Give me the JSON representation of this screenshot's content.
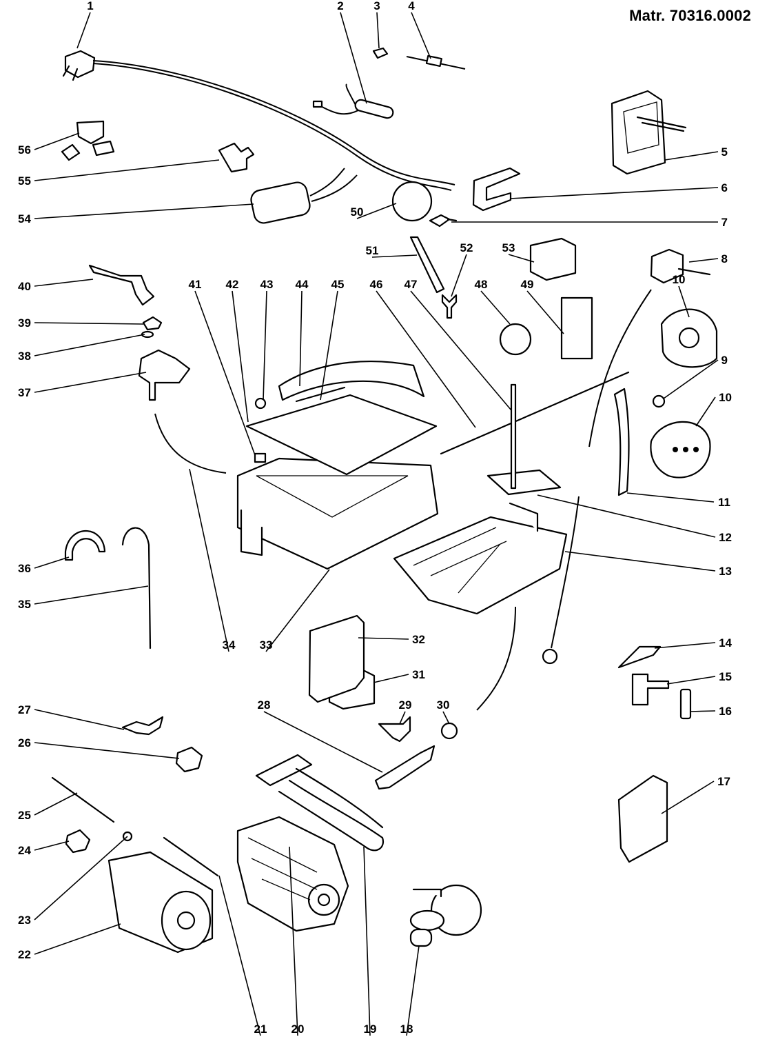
{
  "title": "Matr. 70316.0002",
  "callouts": [
    {
      "label": "1"
    },
    {
      "label": "2"
    },
    {
      "label": "3"
    },
    {
      "label": "4"
    },
    {
      "label": "5"
    },
    {
      "label": "6"
    },
    {
      "label": "7"
    },
    {
      "label": "8"
    },
    {
      "label": "9"
    },
    {
      "label": "10"
    },
    {
      "label": "10"
    },
    {
      "label": "11"
    },
    {
      "label": "12"
    },
    {
      "label": "13"
    },
    {
      "label": "14"
    },
    {
      "label": "15"
    },
    {
      "label": "16"
    },
    {
      "label": "17"
    },
    {
      "label": "18"
    },
    {
      "label": "19"
    },
    {
      "label": "20"
    },
    {
      "label": "21"
    },
    {
      "label": "22"
    },
    {
      "label": "23"
    },
    {
      "label": "24"
    },
    {
      "label": "25"
    },
    {
      "label": "26"
    },
    {
      "label": "27"
    },
    {
      "label": "28"
    },
    {
      "label": "29"
    },
    {
      "label": "30"
    },
    {
      "label": "31"
    },
    {
      "label": "32"
    },
    {
      "label": "33"
    },
    {
      "label": "34"
    },
    {
      "label": "35"
    },
    {
      "label": "36"
    },
    {
      "label": "37"
    },
    {
      "label": "38"
    },
    {
      "label": "39"
    },
    {
      "label": "40"
    },
    {
      "label": "41"
    },
    {
      "label": "42"
    },
    {
      "label": "43"
    },
    {
      "label": "44"
    },
    {
      "label": "45"
    },
    {
      "label": "46"
    },
    {
      "label": "47"
    },
    {
      "label": "48"
    },
    {
      "label": "49"
    },
    {
      "label": "50"
    },
    {
      "label": "51"
    },
    {
      "label": "52"
    },
    {
      "label": "53"
    },
    {
      "label": "54"
    },
    {
      "label": "55"
    },
    {
      "label": "56"
    }
  ]
}
